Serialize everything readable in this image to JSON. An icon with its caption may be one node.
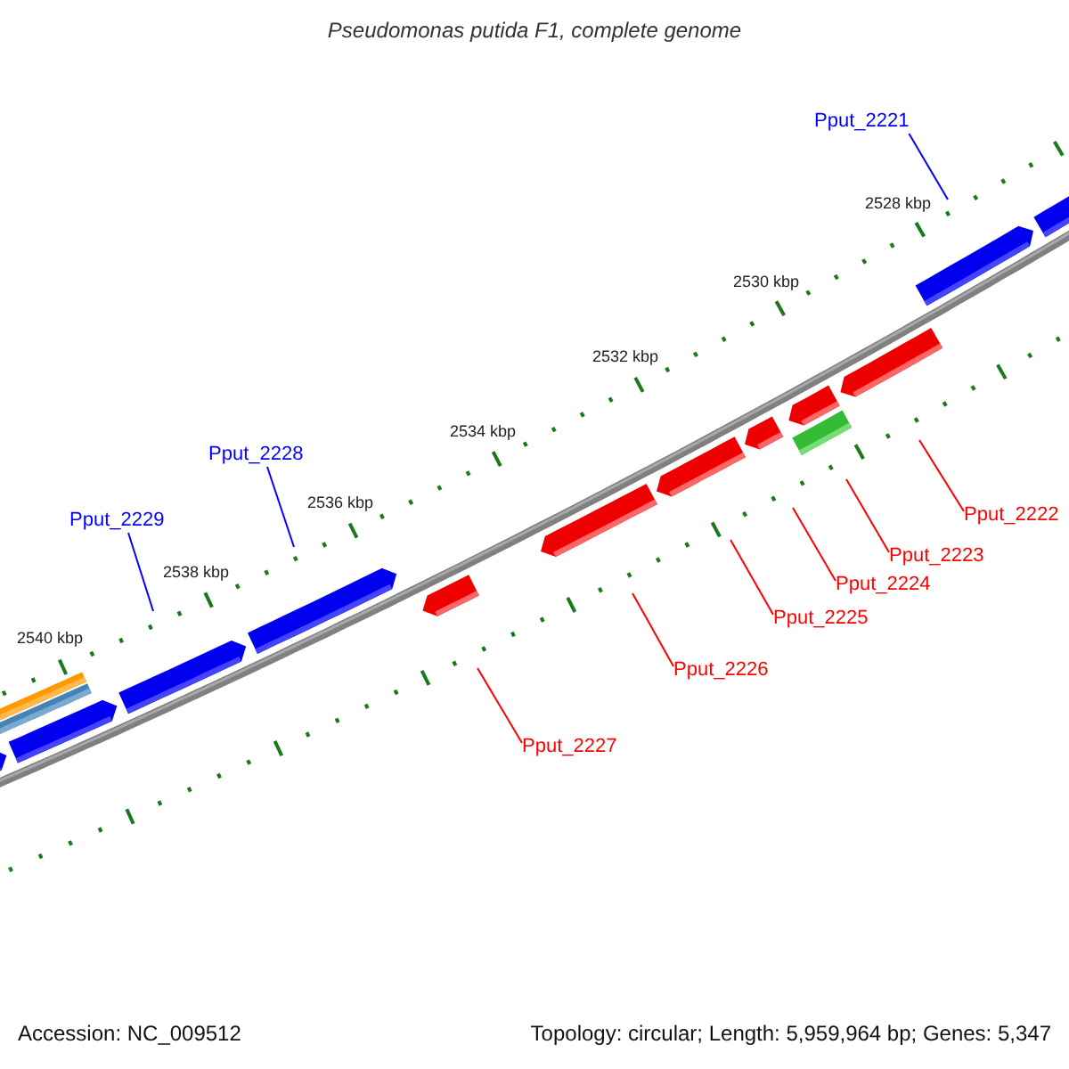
{
  "diagram": {
    "title": "Pseudomonas putida F1, complete genome",
    "nodes": [
      {
        "text": [
          "Pput_2221"
        ]
      },
      {
        "text": [
          "Pput_2228"
        ]
      },
      {
        "text": [
          "Pput_2222"
        ]
      },
      {
        "text": [
          "Pput_2229"
        ]
      },
      {
        "text": [
          "Pput_2223"
        ]
      },
      {
        "text": [
          "Pput_2224"
        ]
      },
      {
        "text": [
          "Pput_2225"
        ]
      },
      {
        "text": [
          "Pput_2226"
        ]
      },
      {
        "text": [
          "Pput_2227"
        ]
      }
    ],
    "edges": [
      {
        "from": 0,
        "to": null,
        "arrow": "none",
        "color": "#0000ff"
      },
      {
        "from": 1,
        "to": null,
        "arrow": "none",
        "color": "#0000ff"
      },
      {
        "from": 2,
        "to": null,
        "arrow": "none"
      },
      {
        "from": 3,
        "to": null,
        "arrow": "none",
        "color": "#0000ff"
      },
      {
        "from": 4,
        "to": null,
        "arrow": "none"
      },
      {
        "from": 5,
        "to": null,
        "arrow": "none"
      },
      {
        "from": 6,
        "to": null,
        "arrow": "none"
      },
      {
        "from": 7,
        "to": null,
        "arrow": "none"
      },
      {
        "from": 8,
        "to": null,
        "arrow": "none"
      }
    ],
    "labels": [
      "2528 kbp",
      "2530 kbp",
      "2532 kbp",
      "2534 kbp",
      "2536 kbp",
      "2538 kbp",
      "2540 kbp",
      "Accession: NC_009512",
      "Topology: circular; Length: 5,959,964 bp; Genes: 5,347"
    ]
  }
}
